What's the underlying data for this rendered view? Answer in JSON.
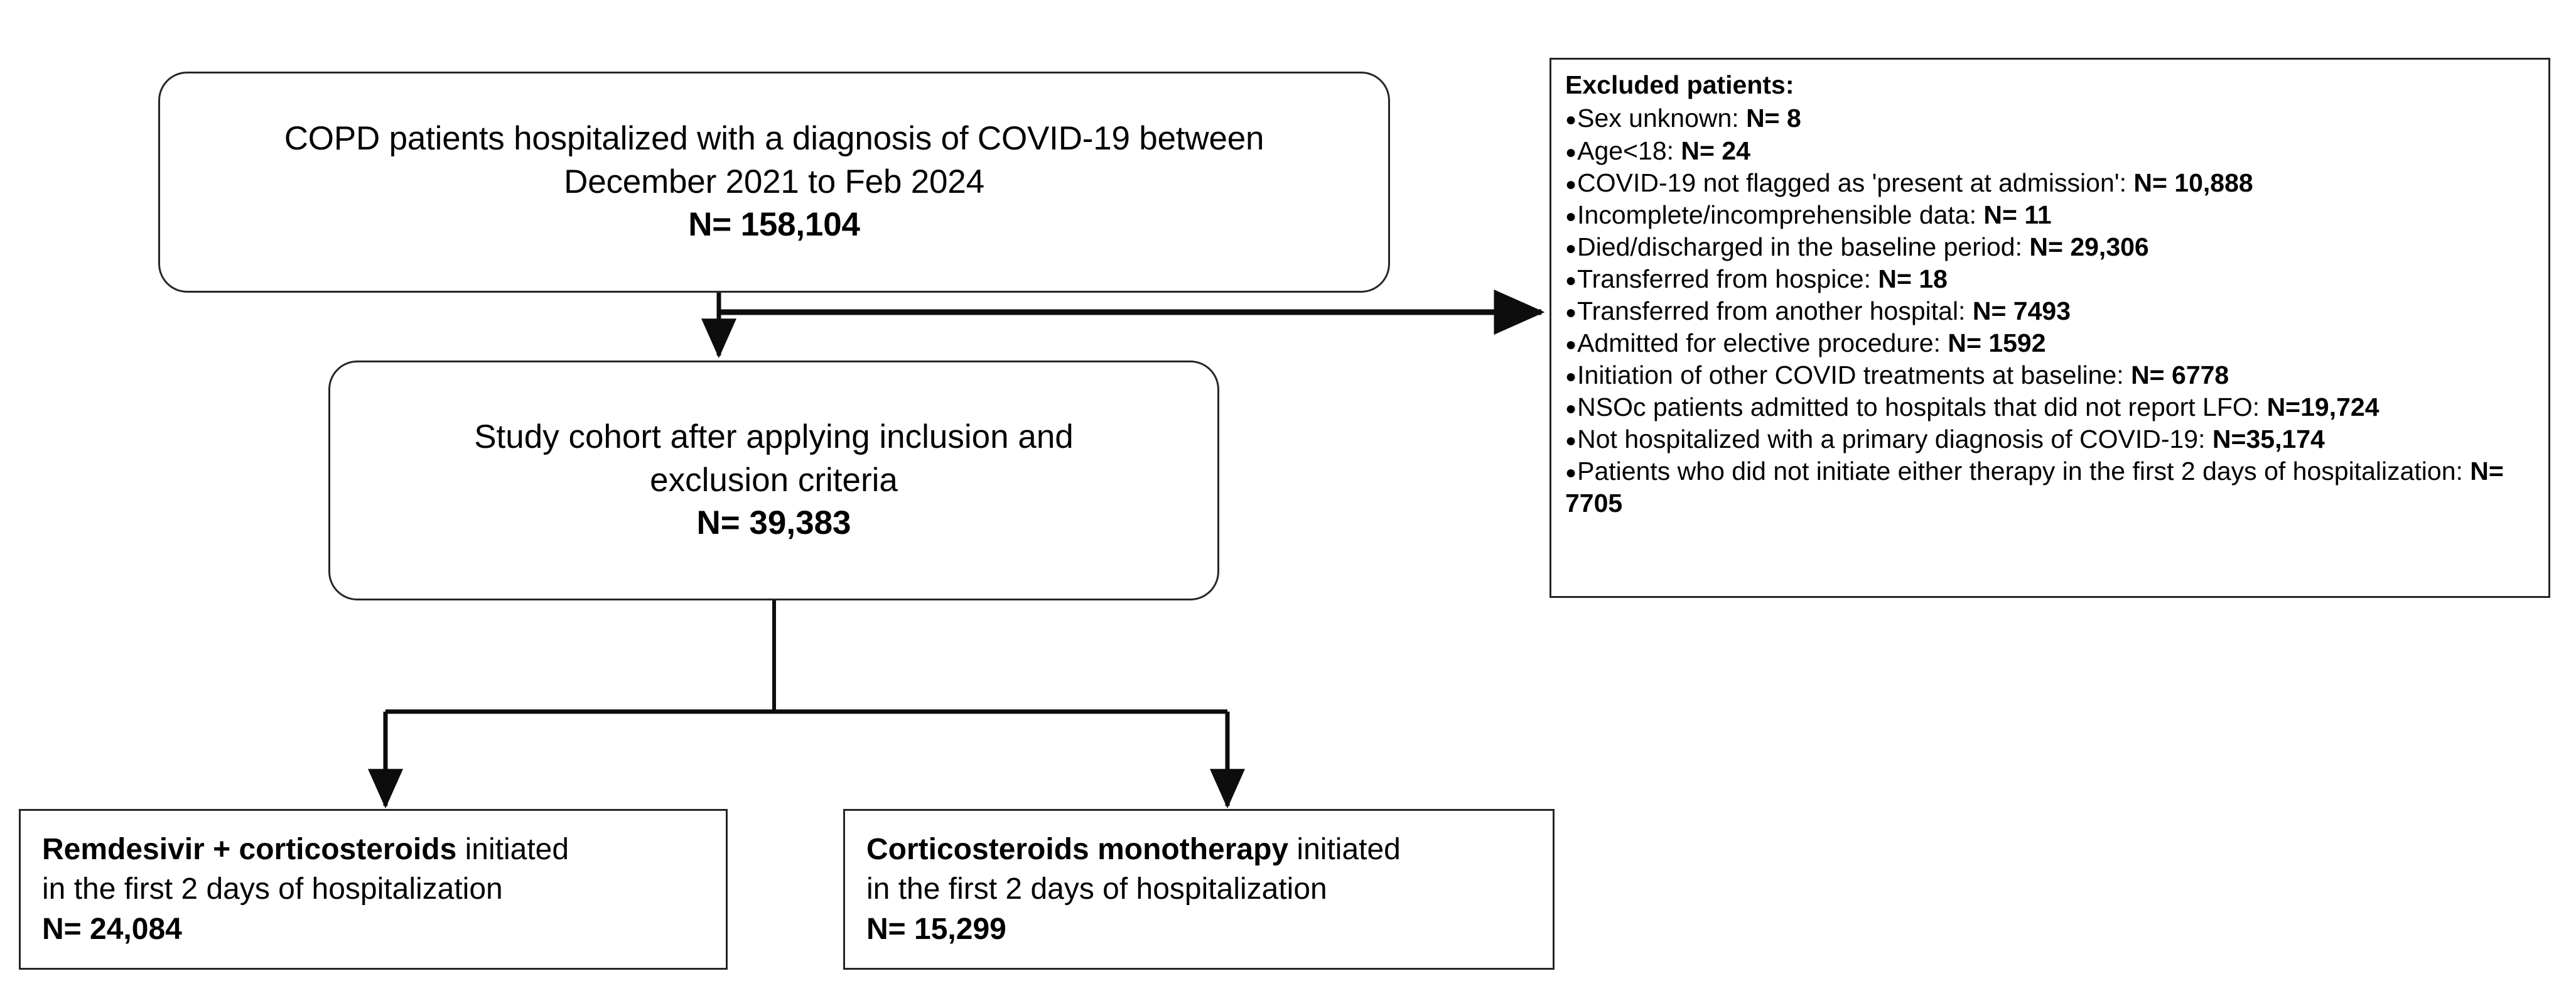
{
  "diagram": {
    "title": "COPD COVID-19 study cohort flow diagram",
    "type": "patient-flow-consort",
    "stroke_color": "#262626",
    "background_color": "#ffffff"
  },
  "nodes": {
    "source_cohort": {
      "line1": "COPD patients hospitalized with a diagnosis of COVID-19 between",
      "line2": "December 2021 to Feb 2024",
      "count_label": "N= 158,104",
      "n": 158104
    },
    "study_cohort": {
      "line1": "Study cohort after applying inclusion and",
      "line2": "exclusion criteria",
      "count_label": "N= 39,383",
      "n": 39383
    },
    "arm_remdesivir": {
      "bold_lead": "Remdesivir + corticosteroids",
      "line1_rest": " initiated",
      "line2": "in the first 2 days of hospitalization",
      "count_label": "N= 24,084",
      "n": 24084
    },
    "arm_corticosteroids": {
      "bold_lead": "Corticosteroids monotherapy",
      "line1_rest": " initiated",
      "line2": "in the first 2 days of hospitalization",
      "count_label": "N= 15,299",
      "n": 15299
    }
  },
  "excluded": {
    "title": "Excluded patients:",
    "bullet_glyph": "●",
    "items": [
      {
        "reason": "Sex unknown: ",
        "count_label": "N= 8",
        "n": 8
      },
      {
        "reason": "Age<18: ",
        "count_label": "N= 24",
        "n": 24
      },
      {
        "reason": "COVID-19 not flagged as 'present at admission': ",
        "count_label": "N= 10,888",
        "n": 10888
      },
      {
        "reason": "Incomplete/incomprehensible data: ",
        "count_label": "N= 11",
        "n": 11
      },
      {
        "reason": "Died/discharged in the baseline period: ",
        "count_label": "N= 29,306",
        "n": 29306
      },
      {
        "reason": "Transferred from hospice: ",
        "count_label": "N= 18",
        "n": 18
      },
      {
        "reason": "Transferred from another hospital: ",
        "count_label": "N= 7493",
        "n": 7493
      },
      {
        "reason": "Admitted for elective procedure: ",
        "count_label": "N= 1592",
        "n": 1592
      },
      {
        "reason": "Initiation of other COVID treatments at baseline: ",
        "count_label": "N= 6778",
        "n": 6778
      },
      {
        "reason": "NSOc patients admitted to hospitals that did not report LFO: ",
        "count_label": "N=19,724",
        "n": 19724
      },
      {
        "reason": "Not hospitalized with a primary diagnosis of COVID-19: ",
        "count_label": "N=35,174",
        "n": 35174
      },
      {
        "reason": "Patients who did not initiate either therapy in the first 2 days of hospitalization: ",
        "count_label": "N= 7705",
        "n": 7705
      }
    ]
  }
}
